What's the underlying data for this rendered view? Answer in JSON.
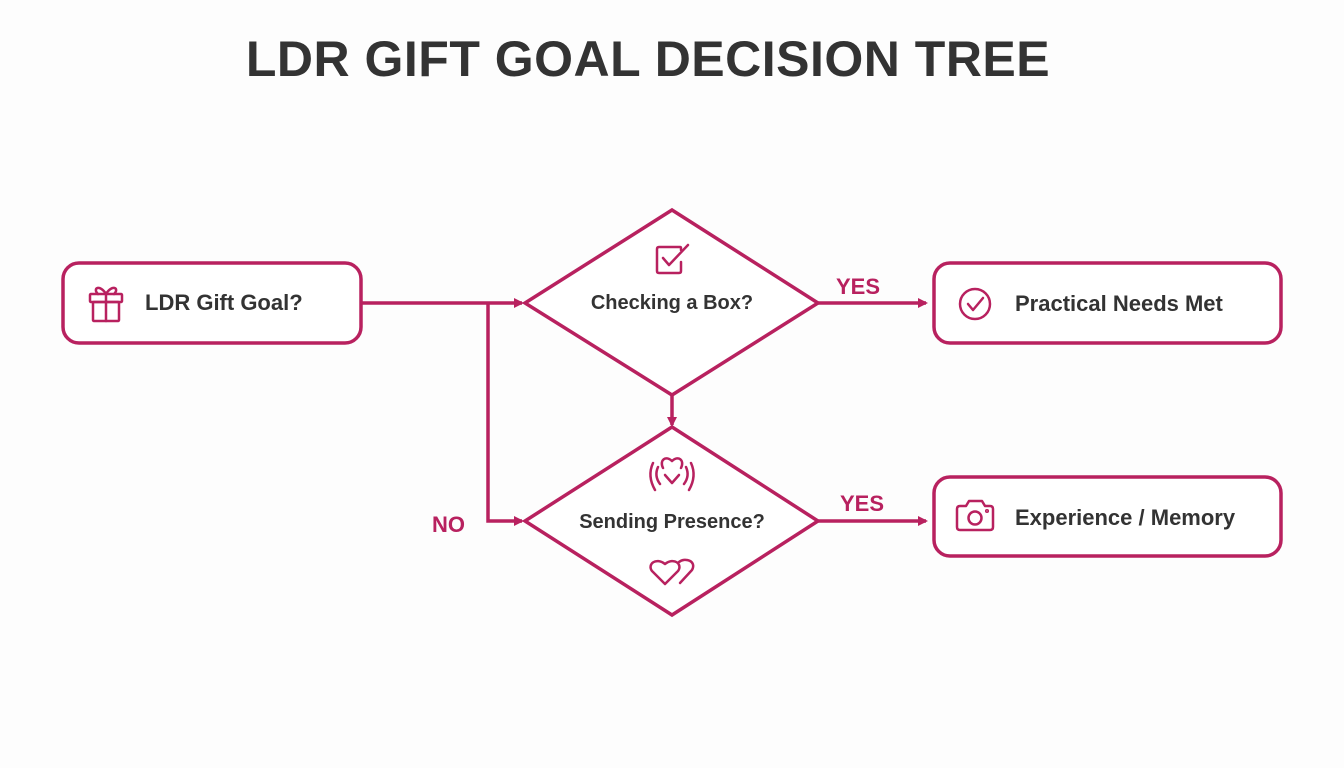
{
  "title": "LDR GIFT GOAL DECISION TREE",
  "accent_color": "#b8215f",
  "nodes": {
    "start": {
      "label": "LDR Gift Goal?",
      "icon": "gift-icon"
    },
    "decision1": {
      "label": "Checking a Box?",
      "icon": "checkbox-icon"
    },
    "decision2": {
      "label": "Sending Presence?",
      "icons": [
        "heart-signal-icon",
        "two-hearts-icon"
      ]
    },
    "outcome1": {
      "label": "Practical Needs Met",
      "icon": "check-circle-icon"
    },
    "outcome2": {
      "label": "Experience / Memory",
      "icon": "camera-icon"
    }
  },
  "edges": {
    "yes1": "YES",
    "yes2": "YES",
    "no": "NO"
  }
}
